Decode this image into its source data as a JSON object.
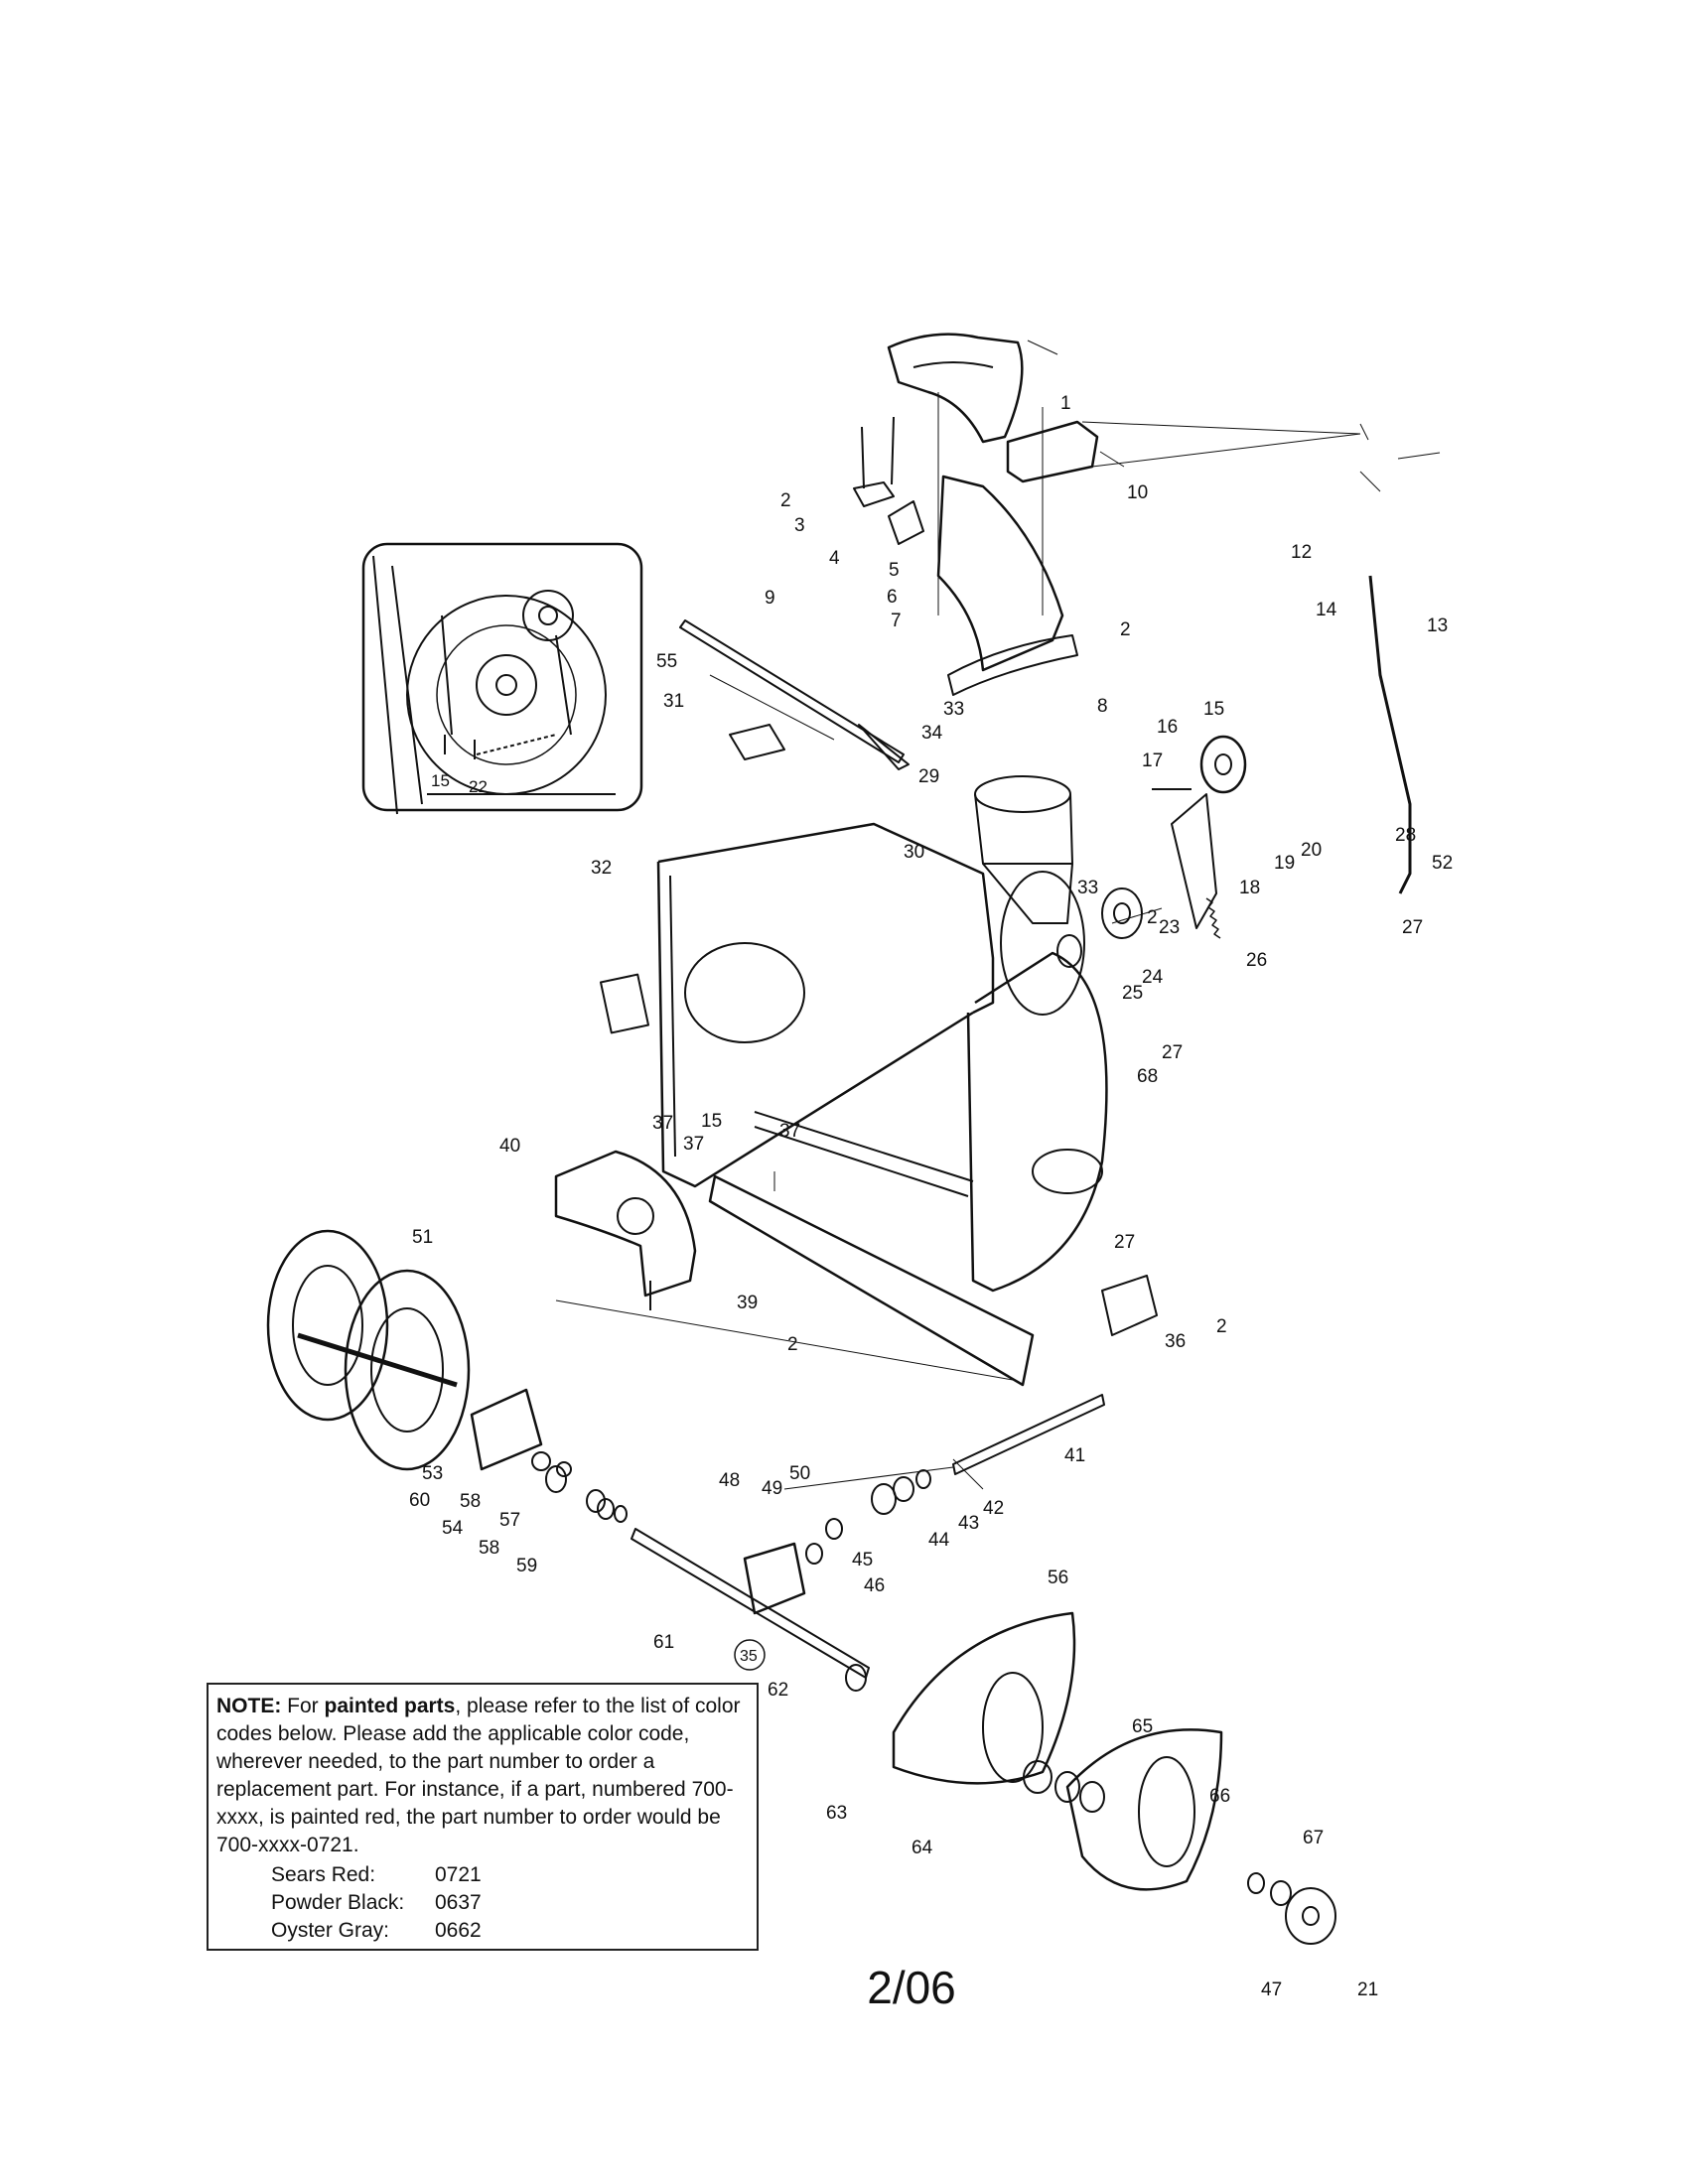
{
  "callouts": [
    "1",
    "2",
    "3",
    "4",
    "5",
    "6",
    "7",
    "8",
    "9",
    "10",
    "12",
    "13",
    "14",
    "15",
    "16",
    "17",
    "18",
    "19",
    "20",
    "21",
    "22",
    "23",
    "24",
    "25",
    "26",
    "27",
    "28",
    "29",
    "30",
    "31",
    "32",
    "33",
    "34",
    "35",
    "36",
    "37",
    "39",
    "40",
    "41",
    "42",
    "43",
    "44",
    "45",
    "46",
    "47",
    "48",
    "49",
    "50",
    "51",
    "52",
    "53",
    "54",
    "55",
    "56",
    "57",
    "58",
    "59",
    "60",
    "61",
    "62",
    "63",
    "64",
    "65",
    "66",
    "67",
    "68"
  ],
  "inset": {
    "labels": [
      "15",
      "22"
    ]
  },
  "note": {
    "prefix": "NOTE:",
    "t1": " For ",
    "bold_phrase": "painted parts",
    "t2": ", please refer to the list of color codes below. Please add the applicable color code, wherever needed, to the part number to order a replacement part. For instance, if a part, numbered 700-xxxx, is painted red, the part number to order would be 700-xxxx-0721.",
    "codes": [
      {
        "name": "Sears Red:",
        "code": "0721"
      },
      {
        "name": "Powder Black:",
        "code": "0637"
      },
      {
        "name": "Oyster Gray:",
        "code": "0662"
      }
    ]
  },
  "page_number": "2/06"
}
